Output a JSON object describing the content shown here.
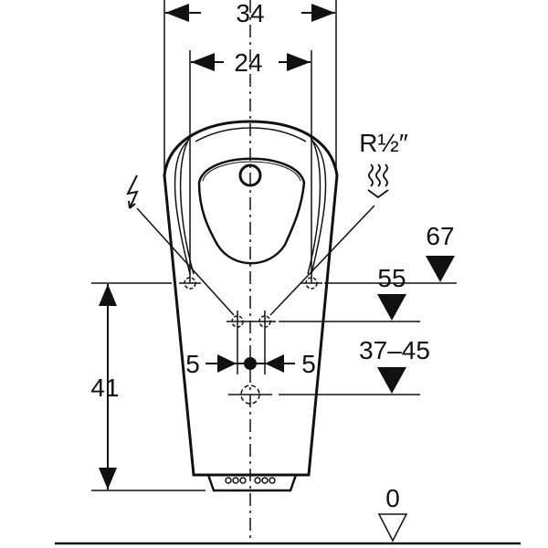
{
  "dimensions": {
    "overall_width": "34",
    "inner_width": "24",
    "height_41": "41",
    "offset_left": "5",
    "offset_right": "5",
    "level_67": "67",
    "level_55": "55",
    "level_37_45": "37–45",
    "floor_level": "0"
  },
  "labels": {
    "pipe_thread": "R½″"
  },
  "icons": [
    "lightning-icon",
    "water-supply-icon"
  ]
}
